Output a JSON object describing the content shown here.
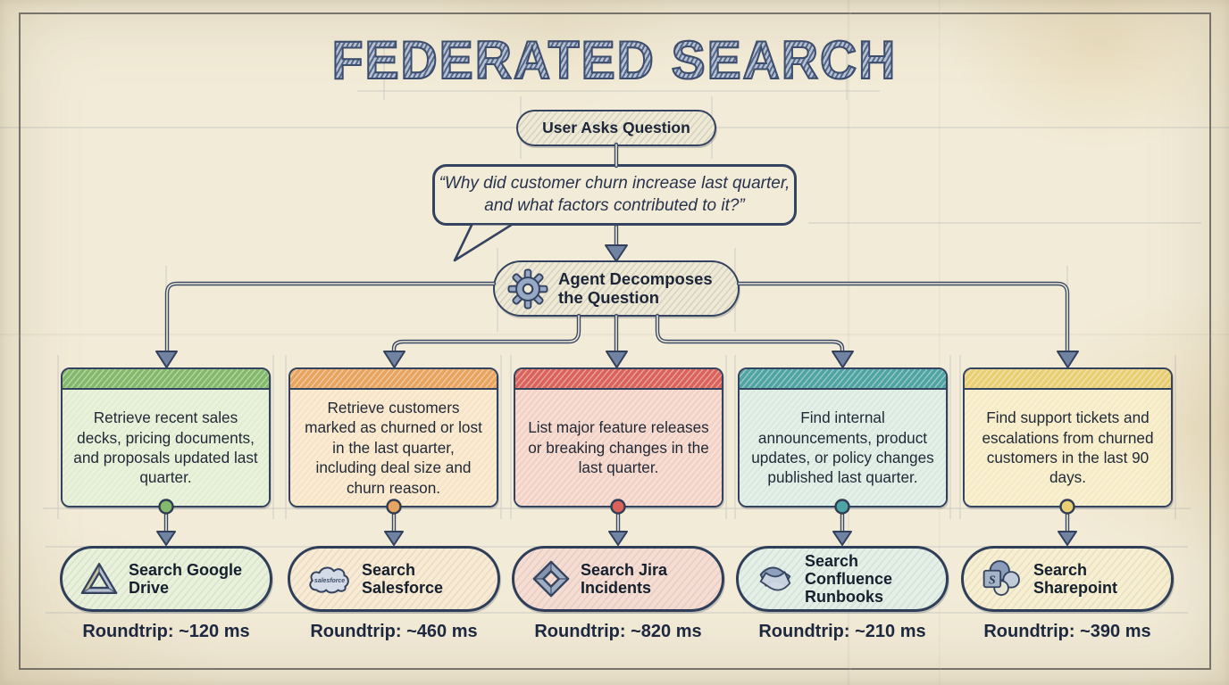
{
  "title": "FEDERATED SEARCH",
  "flow": {
    "user_pill": "User Asks Question",
    "question": "“Why did customer churn increase last quarter,\nand what factors contributed to it?”",
    "agent_pill": "Agent Decomposes the Question"
  },
  "branches": [
    {
      "name": "google-drive",
      "task": "Retrieve recent sales decks, pricing documents, and proposals updated last quarter.",
      "search_label": "Search Google Drive",
      "roundtrip": "Roundtrip: ~120 ms",
      "header_color": "#82b96a"
    },
    {
      "name": "salesforce",
      "task": "Retrieve customers marked as churned or lost in the last quarter, including deal size and churn reason.",
      "search_label": "Search Salesforce",
      "roundtrip": "Roundtrip: ~460 ms",
      "header_color": "#e7a45f"
    },
    {
      "name": "jira",
      "task": "List major feature releases or breaking changes in the last quarter.",
      "search_label": "Search Jira Incidents",
      "roundtrip": "Roundtrip: ~820 ms",
      "header_color": "#d9635a"
    },
    {
      "name": "confluence",
      "task": "Find internal announcements, product updates, or policy changes published last quarter.",
      "search_label": "Search Confluence Runbooks",
      "roundtrip": "Roundtrip: ~210 ms",
      "header_color": "#4fa3a3"
    },
    {
      "name": "sharepoint",
      "task": "Find support tickets and escalations from churned customers in the last 90 days.",
      "search_label": "Search Sharepoint",
      "roundtrip": "Roundtrip: ~390 ms",
      "header_color": "#e9cf73"
    }
  ],
  "icons": {
    "salesforce_wordmark": "salesforce",
    "sharepoint_letter": "S"
  },
  "colors": {
    "ink": "#3e4d6a",
    "paper": "#f2ebd7"
  }
}
